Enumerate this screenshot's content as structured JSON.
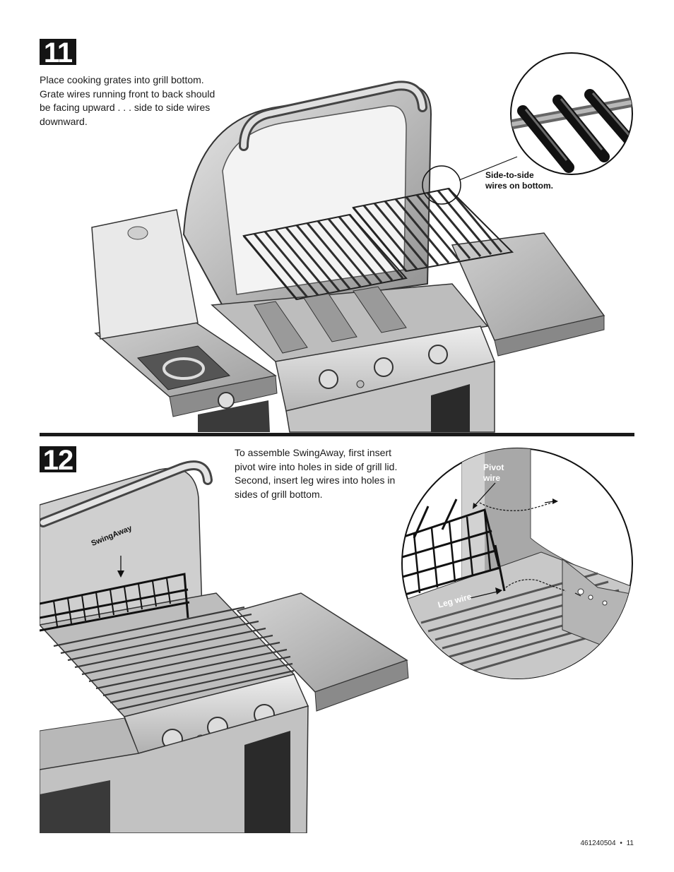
{
  "step11": {
    "number": "11",
    "instructions": [
      "Place cooking grates into grill bottom.",
      "Grate wires running front to back should",
      "be facing upward . . . side to side wires",
      "downward."
    ],
    "callout_label": [
      "Side-to-side",
      "wires on bottom."
    ]
  },
  "step12": {
    "number": "12",
    "instructions": [
      "To assemble SwingAway, first insert",
      "pivot wire into holes in side of grill lid.",
      "Second, insert leg wires into holes in",
      "sides of grill bottom."
    ],
    "swingaway_label": "SwingAway",
    "pivot_label": [
      "Pivot",
      "wire"
    ],
    "leg_label": "Leg wire"
  },
  "footer": {
    "doc_number": "461240504",
    "separator": "•",
    "page": "11"
  },
  "colors": {
    "ink": "#1a1a1a",
    "metal_light": "#d9d9d9",
    "metal_mid": "#9a9a9a",
    "metal_dark": "#4a4a4a"
  }
}
